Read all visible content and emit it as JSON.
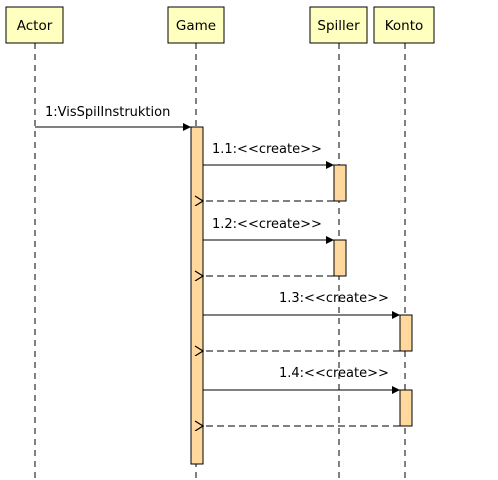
{
  "colors": {
    "lifeline_head_fill": "#ffffc0",
    "activation_fill": "#ffd89e",
    "stroke": "#000000"
  },
  "lifelines": [
    {
      "id": "actor",
      "name": "Actor"
    },
    {
      "id": "game",
      "name": "Game"
    },
    {
      "id": "spiller",
      "name": "Spiller"
    },
    {
      "id": "konto",
      "name": "Konto"
    }
  ],
  "messages": [
    {
      "label": "1:VisSpilInstruktion",
      "from": "actor",
      "to": "game",
      "kind": "call"
    },
    {
      "label": "1.1:<<create>>",
      "from": "game",
      "to": "spiller",
      "kind": "create"
    },
    {
      "label": "",
      "from": "spiller",
      "to": "game",
      "kind": "return"
    },
    {
      "label": "1.2:<<create>>",
      "from": "game",
      "to": "spiller",
      "kind": "create"
    },
    {
      "label": "",
      "from": "spiller",
      "to": "game",
      "kind": "return"
    },
    {
      "label": "1.3:<<create>>",
      "from": "game",
      "to": "konto",
      "kind": "create"
    },
    {
      "label": "",
      "from": "konto",
      "to": "game",
      "kind": "return"
    },
    {
      "label": "1.4:<<create>>",
      "from": "game",
      "to": "konto",
      "kind": "create"
    },
    {
      "label": "",
      "from": "konto",
      "to": "game",
      "kind": "return"
    }
  ]
}
